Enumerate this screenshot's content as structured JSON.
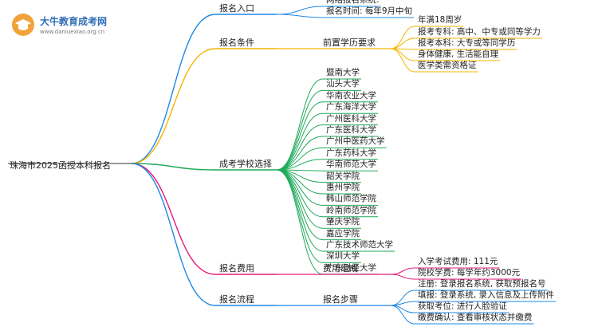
{
  "logo": {
    "title": "大牛教育成考网",
    "url": "www.daniuexiao.org.cn",
    "badge_color": "#f2a23a"
  },
  "root": {
    "label": "珠海市2025函授本科报名"
  },
  "colors": {
    "entry": "#1e88e5",
    "conditions": "#f5b400",
    "schools": "#1faa59",
    "fees": "#e5197a",
    "process": "#1e88e5"
  },
  "branches": [
    {
      "key": "entry",
      "label": "报名入口",
      "mid": "",
      "leaves": [
        "网络报名系统:",
        "报名时间: 每年9月中旬"
      ]
    },
    {
      "key": "conditions",
      "label": "报名条件",
      "mid": "前置学历要求",
      "leaves": [
        "年满18周岁",
        "报考专科: 高中、中专或同等学力",
        "报考本科: 大专或等同学历",
        "身体健康, 生活能自理",
        "医学类需资格证"
      ]
    },
    {
      "key": "schools",
      "label": "成考学校选择",
      "mid": "",
      "leaves": [
        "暨南大学",
        "汕头大学",
        "华南农业大学",
        "广东海洋大学",
        "广州医科大学",
        "广东医科大学",
        "广州中医药大学",
        "广东药科大学",
        "华南师范大学",
        "韶关学院",
        "惠州学院",
        "韩山师范学院",
        "岭南师范学院",
        "肇庆学院",
        "嘉应学院",
        "广东技术师范大学",
        "深圳大学",
        "广东财经大学"
      ]
    },
    {
      "key": "fees",
      "label": "报名费用",
      "mid": "费用组成",
      "leaves": [
        "入学考试费用: 111元",
        "院校学费: 每学年约3000元"
      ]
    },
    {
      "key": "process",
      "label": "报名流程",
      "mid": "报名步骤",
      "leaves": [
        "注册: 登录报名系统, 获取预报名号",
        "填报: 登录系统, 录入信息及上传附件",
        "获取考位: 进行人脸验证",
        "缴费确认: 查看审核状态并缴费"
      ]
    }
  ]
}
